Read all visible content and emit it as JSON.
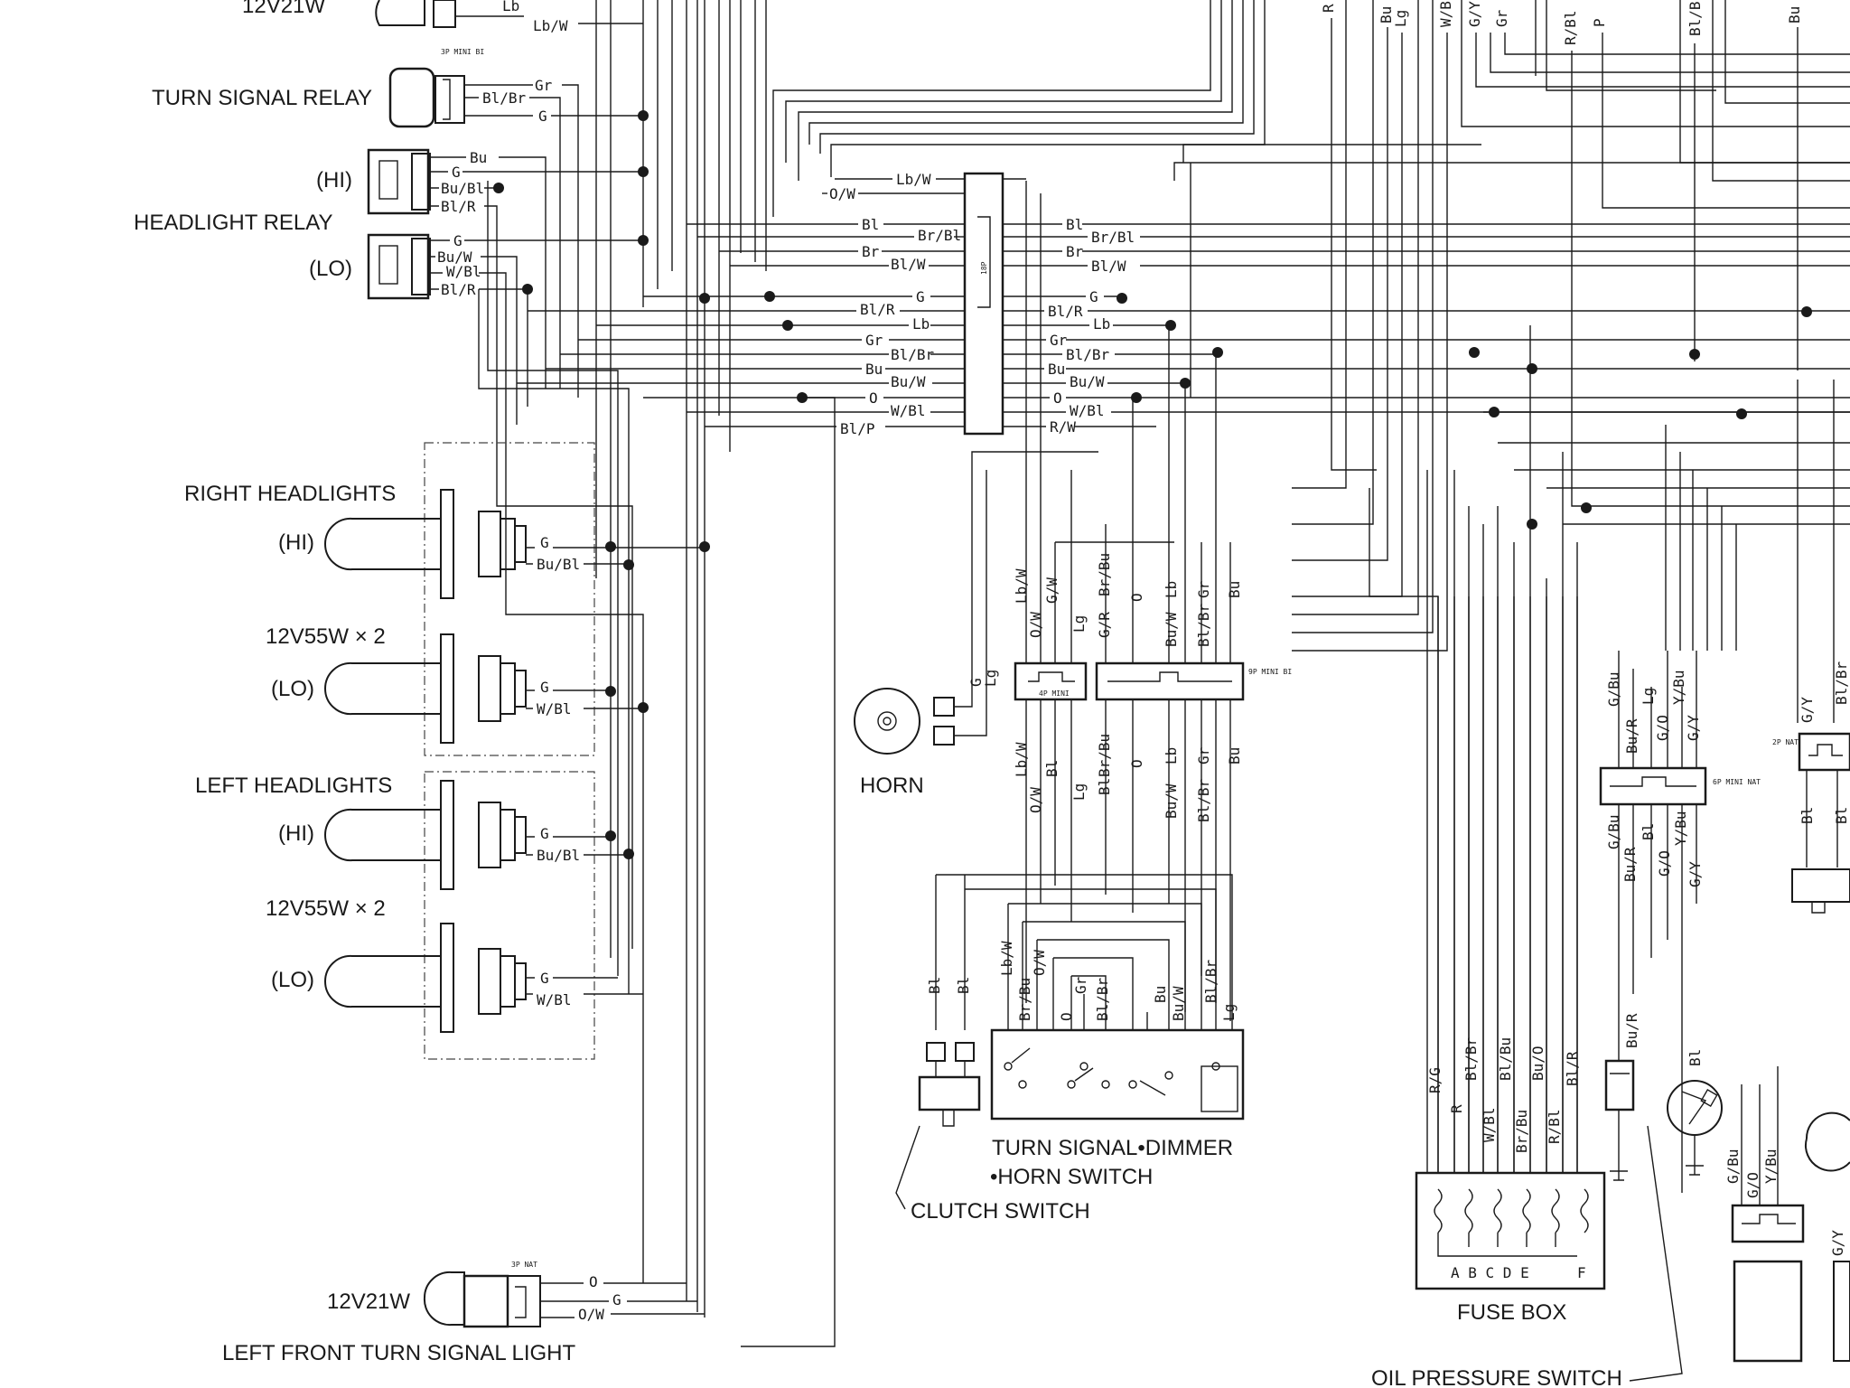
{
  "components": {
    "top_bulb_rating": "12V21W",
    "turn_signal_relay": "TURN SIGNAL RELAY",
    "headlight_relay": "HEADLIGHT RELAY",
    "hi": "(HI)",
    "lo": "(LO)",
    "right_headlights": "RIGHT HEADLIGHTS",
    "left_headlights": "LEFT HEADLIGHTS",
    "headlight_rating": "12V55W × 2",
    "horn": "HORN",
    "switch_line1": "TURN SIGNAL•DIMMER",
    "switch_line2": "•HORN SWITCH",
    "clutch_switch": "CLUTCH SWITCH",
    "fuse_box": "FUSE BOX",
    "fuse_letters": "A B C D E",
    "fuse_f": "F",
    "oil_pressure_switch": "OIL PRESSURE SWITCH",
    "left_front_turn_signal": "LEFT FRONT TURN SIGNAL LIGHT",
    "bottom_bulb_rating": "12V21W"
  },
  "connector_labels": {
    "c3p_mini_bl": "3P MINI BI",
    "c3p_nat": "3P NAT",
    "c9p_mini_bl": "9P MINI BI",
    "c6p_mini_nat": "6P MINI NAT",
    "c2p_nat": "2P NAT",
    "c4p_mini": "4P MINI",
    "c18p": "18P"
  },
  "wires": {
    "Lb": "Lb",
    "LbW": "Lb/W",
    "Gr": "Gr",
    "BlBr": "Bl/Br",
    "G": "G",
    "Bu": "Bu",
    "BuBl": "Bu/Bl",
    "BlR": "Bl/R",
    "BuW": "Bu/W",
    "WBl": "W/Bl",
    "OW": "O/W",
    "Bl": "Bl",
    "BrBl": "Br/Bl",
    "Br": "Br",
    "BlW": "Bl/W",
    "O": "O",
    "BlP": "Bl/P",
    "RW": "R/W",
    "GW": "G/W",
    "Lg": "Lg",
    "BrBu": "Br/Bu",
    "GR": "G/R",
    "GBu": "G/Bu",
    "BuR": "Bu/R",
    "GO": "G/O",
    "YBu": "Y/Bu",
    "GY": "G/Y",
    "RG": "R/G",
    "R": "R",
    "BlBu": "Bl/Bu",
    "BuO": "Bu/O",
    "RBl": "R/Bl",
    "P": "P",
    "BlBr_top": "Bl/Br"
  }
}
